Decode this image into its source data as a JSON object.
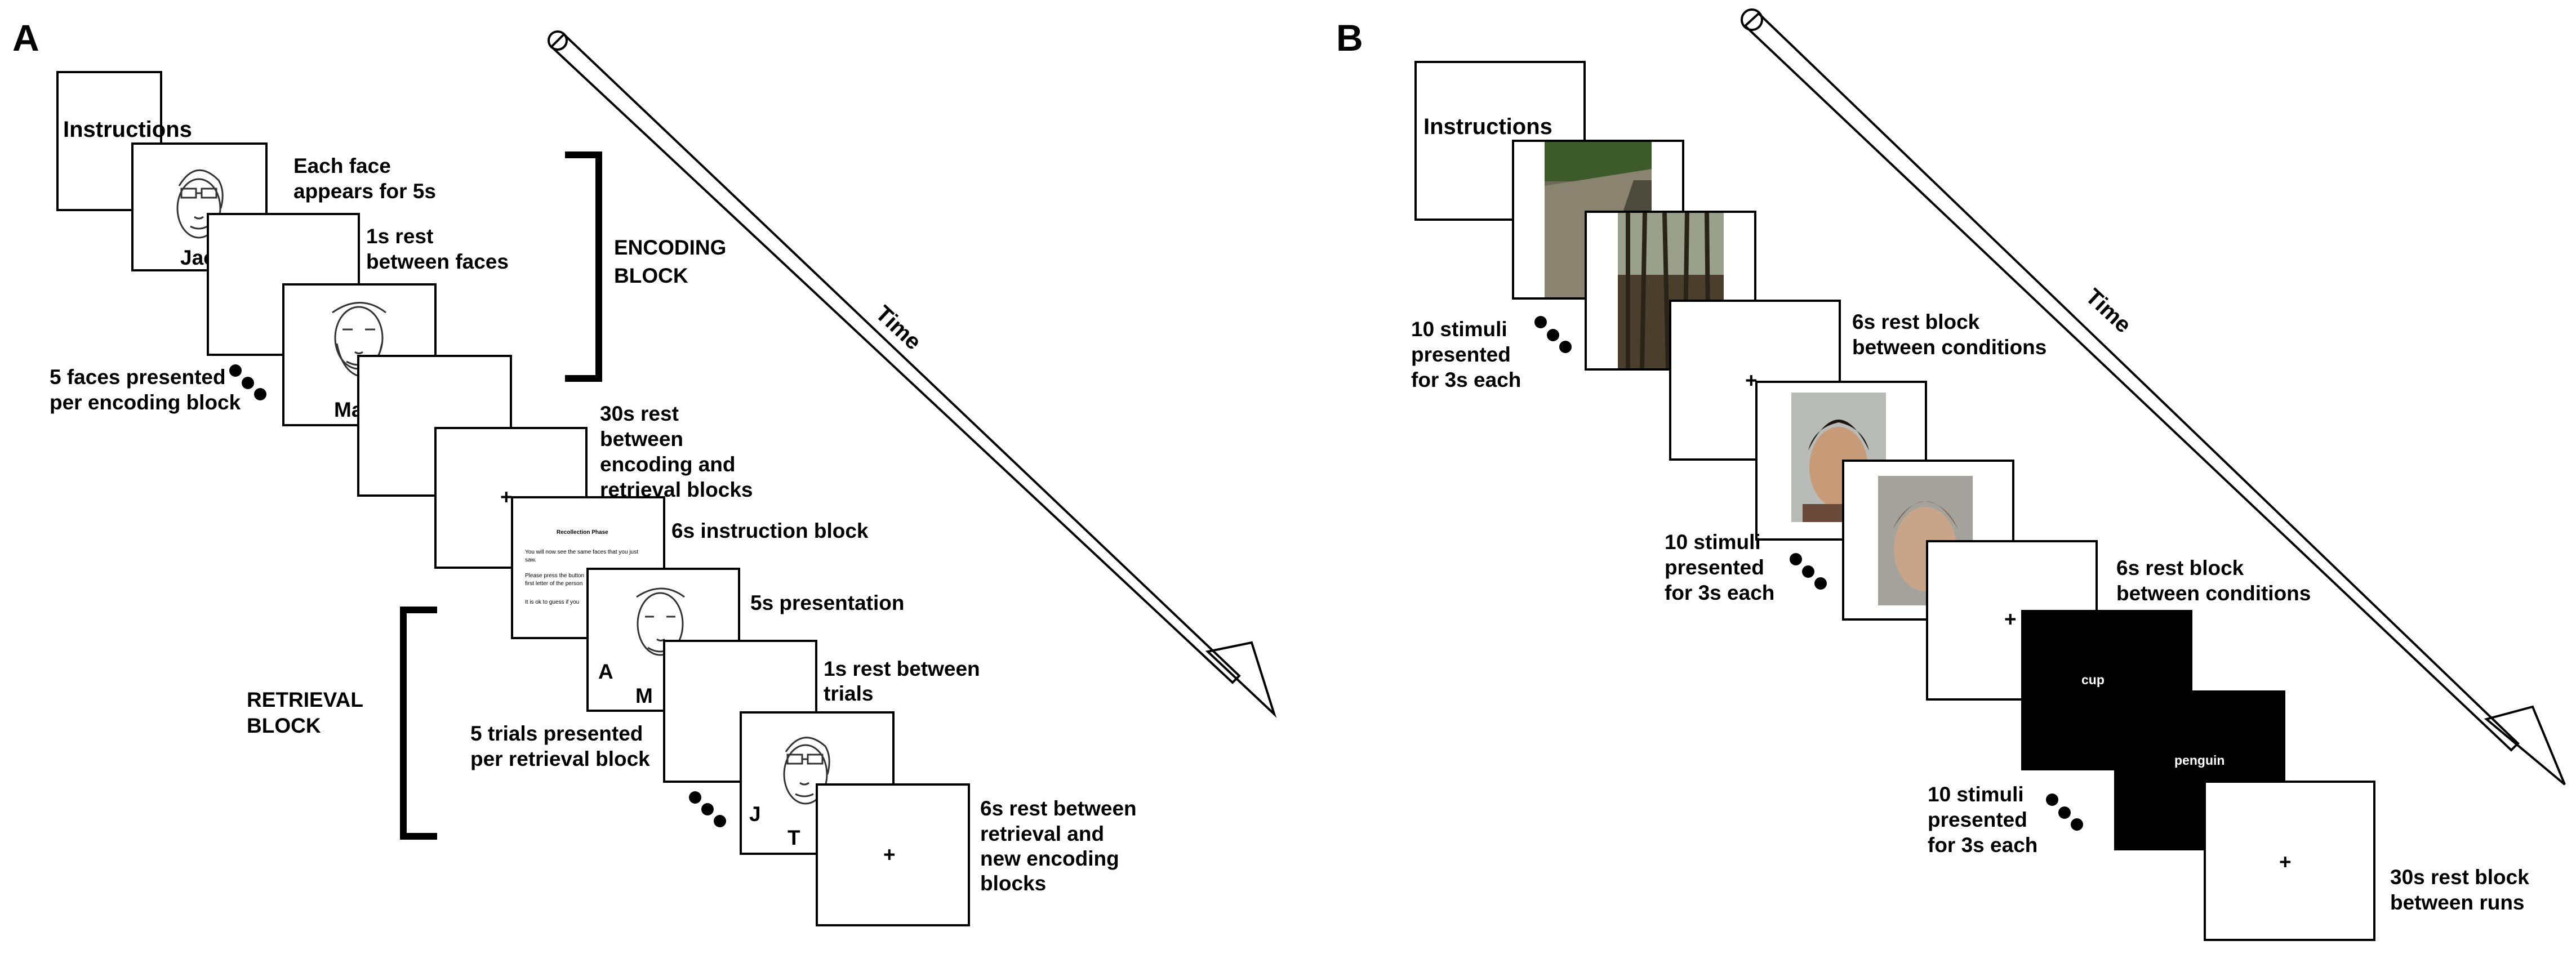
{
  "panelA": {
    "letter": "A",
    "time_label": "Time",
    "instructions": "Instructions",
    "face1_name": "Jac",
    "face2_name": "Ma",
    "notes": {
      "face_duration": [
        "Each face",
        "appears for 5s"
      ],
      "rest_faces": [
        "1s rest",
        "between faces"
      ],
      "faces_per_block": [
        "5 faces presented",
        "per encoding block"
      ],
      "rest_30s": [
        "30s rest",
        "between",
        "encoding and",
        "retrieval blocks"
      ],
      "instruction_block": "6s instruction block",
      "presentation": "5s presentation",
      "rest_trials": [
        "1s rest between",
        "trials"
      ],
      "trials_per_block": [
        "5 trials presented",
        "per retrieval block"
      ],
      "rest_6s": [
        "6s rest between",
        "retrieval and",
        "new encoding",
        "blocks"
      ]
    },
    "encoding_label": [
      "ENCODING",
      "BLOCK"
    ],
    "retrieval_label": [
      "RETRIEVAL",
      "BLOCK"
    ],
    "instruction_card": {
      "title": "Recollection Phase",
      "lines": [
        "You will now see the same faces that you just",
        "saw.",
        "Please press the button",
        "first letter of the person",
        "It is ok to guess if you"
      ]
    },
    "trial1_letters": [
      "A",
      "M"
    ],
    "trial2_letters": [
      "J",
      "T"
    ],
    "fixation": "+"
  },
  "panelB": {
    "letter": "B",
    "time_label": "Time",
    "instructions": "Instructions",
    "notes": {
      "stimuli_1": [
        "10 stimuli",
        "presented",
        "for 3s each"
      ],
      "rest_1": [
        "6s rest block",
        "between conditions"
      ],
      "stimuli_2": [
        "10 stimuli",
        "presented",
        "for 3s each"
      ],
      "rest_2": [
        "6s rest block",
        "between conditions"
      ],
      "stimuli_3": [
        "10 stimuli",
        "presented",
        "for 3s each"
      ],
      "rest_3": [
        "30s rest block",
        "between runs"
      ]
    },
    "words": [
      "cup",
      "penguin"
    ],
    "fixation": "+"
  }
}
